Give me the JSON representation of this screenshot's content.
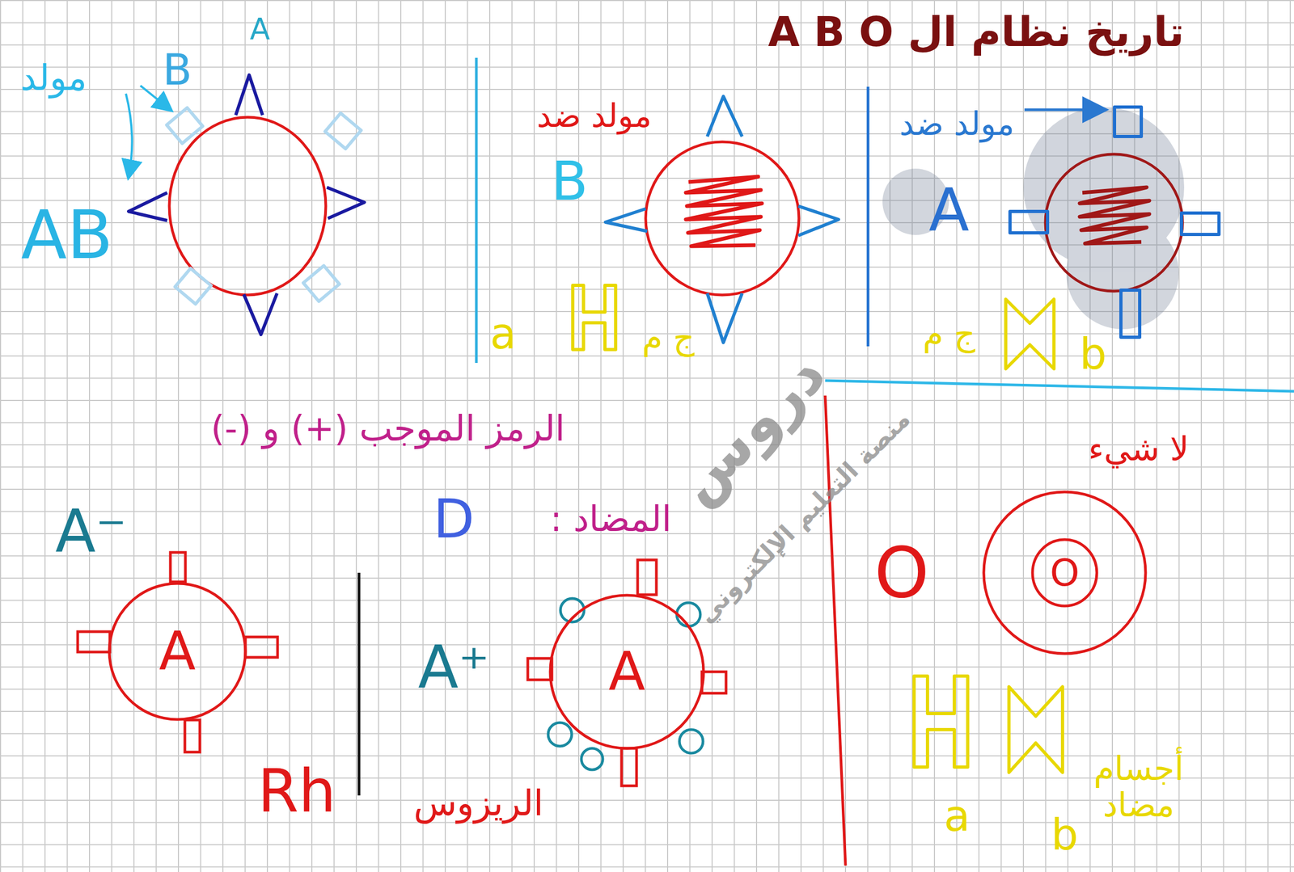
{
  "diagram": {
    "title": "تاريخ نظام ال A B O",
    "nodes": [
      {
        "text": [
          "A⁻",
          "A"
        ]
      },
      {
        "text": [
          "A⁺",
          "A"
        ]
      },
      {
        "text": [
          "O"
        ]
      }
    ],
    "labels": [
      "A",
      "B",
      "مولد",
      "AB",
      "مولد ضد",
      "B",
      "a",
      "ج م",
      "مولد ضد",
      "A",
      "ج م",
      "b",
      "الرمز الموجب (+) و (-)",
      "D",
      "المضاد :",
      "Rh",
      "الريزوس",
      "لا شيء",
      "O",
      "أجسام مضاد",
      "a",
      "b",
      "دروس",
      "منصة التعليم الإلكتروني"
    ]
  }
}
